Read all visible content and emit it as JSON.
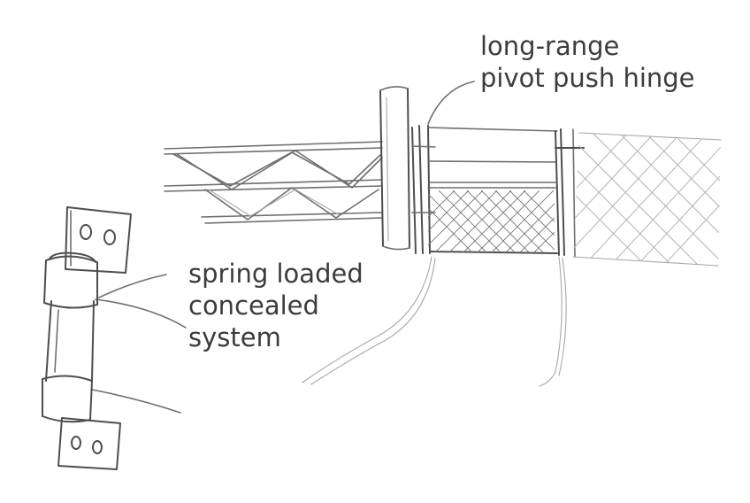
{
  "callouts": {
    "hinge": {
      "line1": "long-range",
      "line2": "pivot push hinge"
    },
    "spring": {
      "line1": "spring loaded",
      "line2": "concealed",
      "line3": "system"
    }
  }
}
